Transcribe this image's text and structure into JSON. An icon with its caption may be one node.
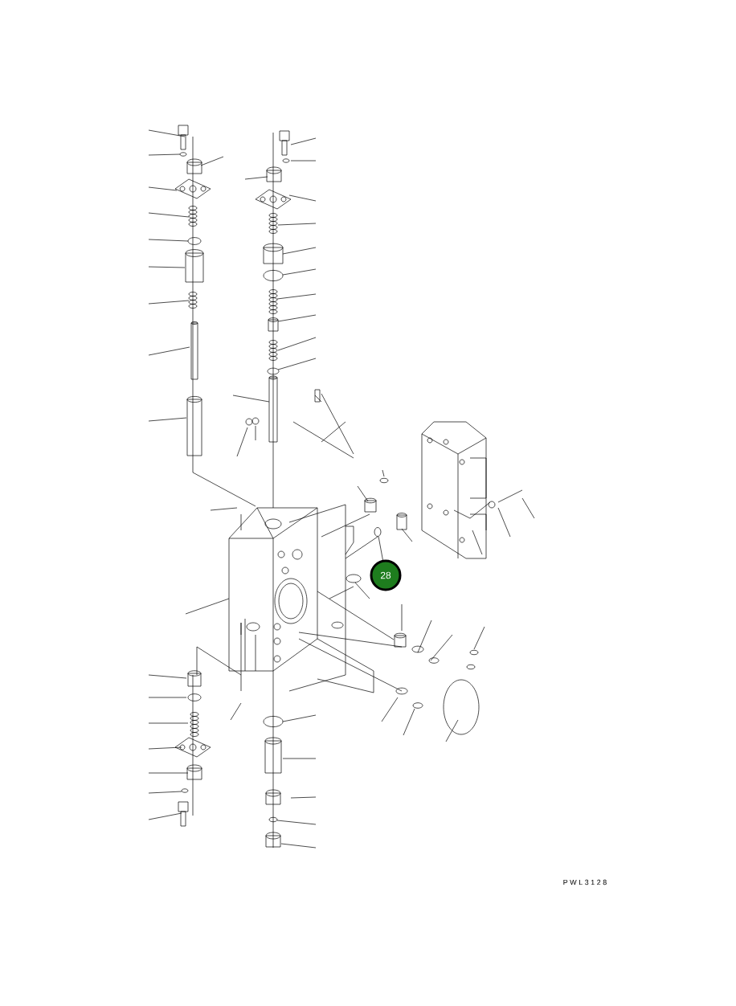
{
  "diagram": {
    "nodes": [
      {
        "text": [
          "28"
        ]
      },
      {
        "text": [],
        "shape": "circle"
      }
    ],
    "edges": [
      {
        "from": 0,
        "to": 1,
        "arrow": "none"
      }
    ],
    "labels": [
      "P W L 3 1 2 8"
    ]
  }
}
